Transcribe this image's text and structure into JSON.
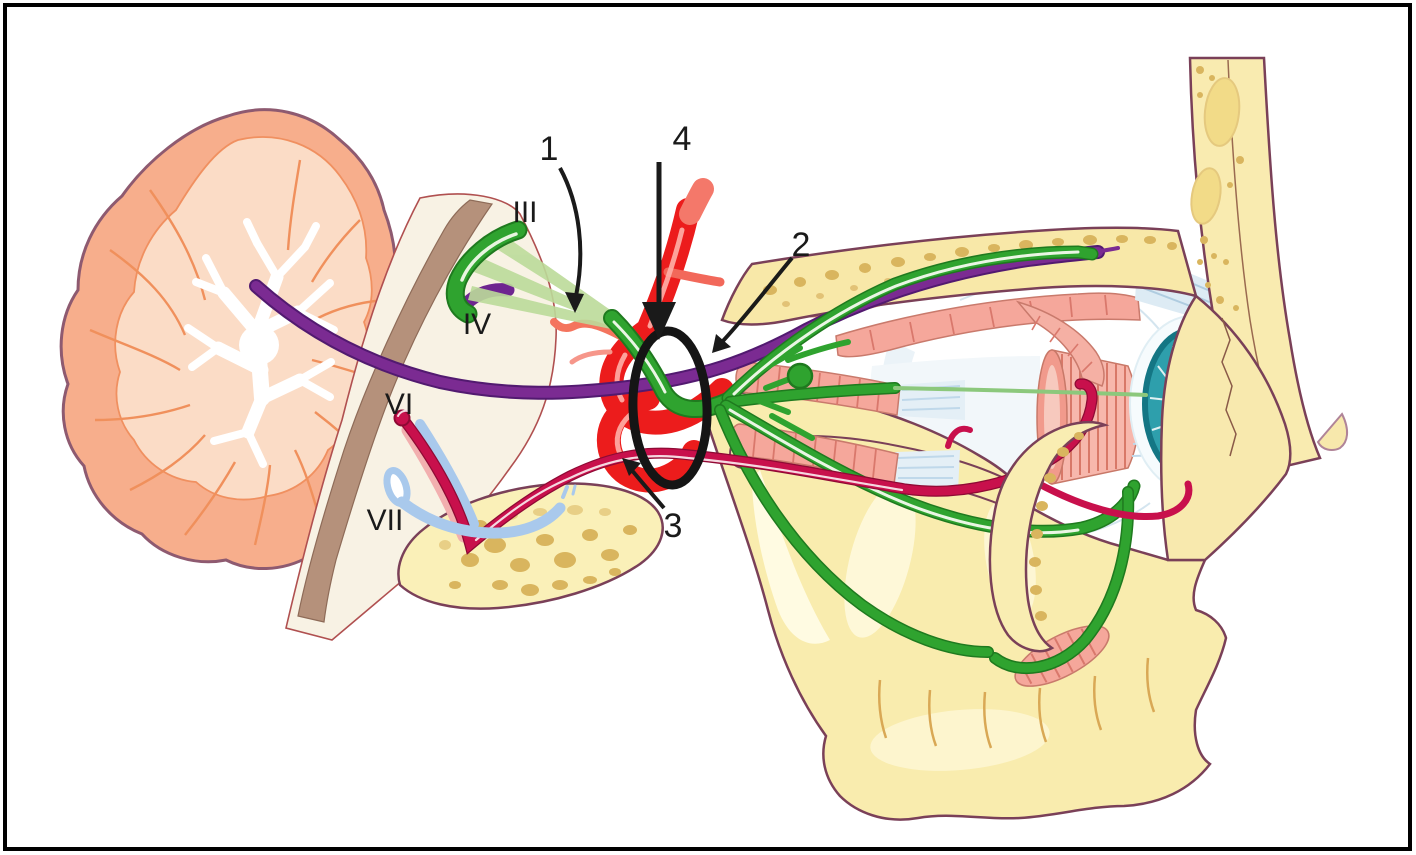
{
  "labels": {
    "numbered": [
      {
        "id": "1",
        "text": "1"
      },
      {
        "id": "2",
        "text": "2"
      },
      {
        "id": "3",
        "text": "3"
      },
      {
        "id": "4",
        "text": "4"
      }
    ],
    "nerves": [
      {
        "id": "III",
        "text": "III"
      },
      {
        "id": "IV",
        "text": "IV"
      },
      {
        "id": "VI",
        "text": "VI"
      },
      {
        "id": "VII",
        "text": "VII"
      }
    ]
  },
  "colors": {
    "nerve_iii_green": "#2FA32F",
    "nerve_iii_fan_light_green": "#BCDB9A",
    "nerve_iv_purple": "#7B2B92",
    "nerve_vi_crimson": "#C8104C",
    "nerve_vii_light_blue": "#A9C9EC",
    "artery_red": "#EC1C1C",
    "artery_branch_light_red": "#F4745E",
    "bone_yellow": "#F9ECAE",
    "bone_marrow_dots": "#D9B55E",
    "muscle_pink": "#F5A79B",
    "cerebellum_salmon": "#F7AE8C",
    "cerebellum_cortex_pink": "#FBDCC6",
    "brainstem_cream": "#F8F2E4",
    "peduncle_brown": "#B5917B",
    "iris_teal": "#2E9FAC",
    "highlight_ellipse_black": "#151515",
    "frame_black": "#000000"
  }
}
